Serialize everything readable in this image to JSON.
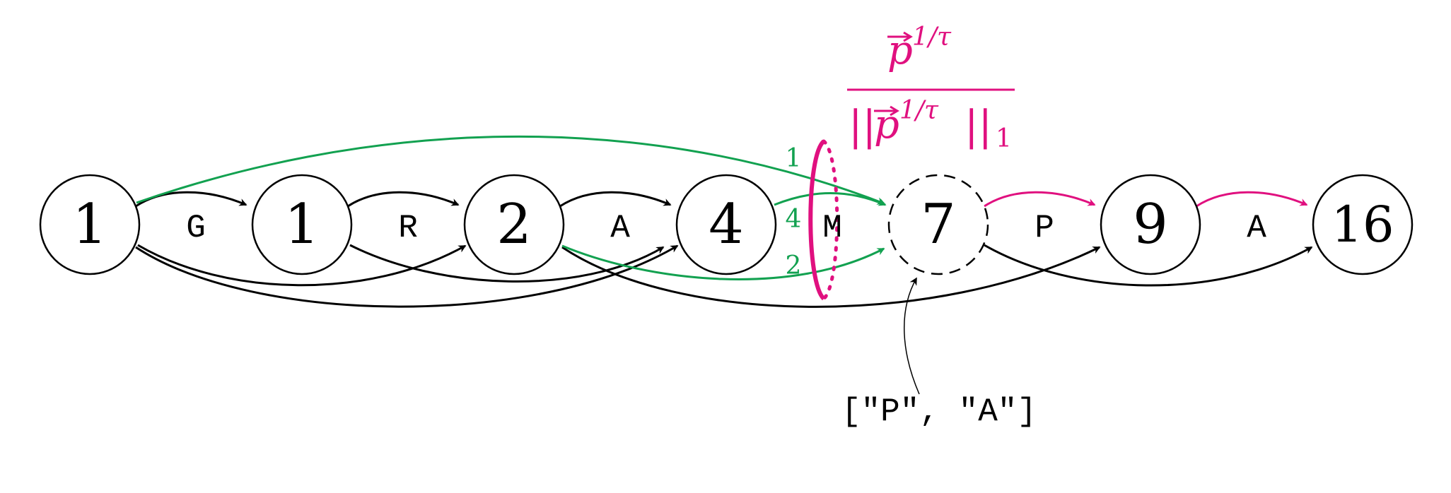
{
  "colors": {
    "black": "#000000",
    "green": "#12a150",
    "magenta": "#e0107f"
  },
  "nodes": [
    {
      "id": "n0",
      "label": "1"
    },
    {
      "id": "n1",
      "label": "1"
    },
    {
      "id": "n2",
      "label": "2"
    },
    {
      "id": "n3",
      "label": "4"
    },
    {
      "id": "n4",
      "label": "7"
    },
    {
      "id": "n5",
      "label": "9"
    },
    {
      "id": "n6",
      "label": "16"
    }
  ],
  "tokens": [
    "G",
    "R",
    "A",
    "M",
    "P",
    "A"
  ],
  "weights": [
    "1",
    "4",
    "2"
  ],
  "formula": {
    "numerator_base": "p",
    "numerator_exp": "1/τ",
    "denominator_bars": "||",
    "denominator_base": "p",
    "denominator_exp": "1/τ",
    "denominator_sub": "1"
  },
  "annotation": "[\"P\", \"A\"]"
}
